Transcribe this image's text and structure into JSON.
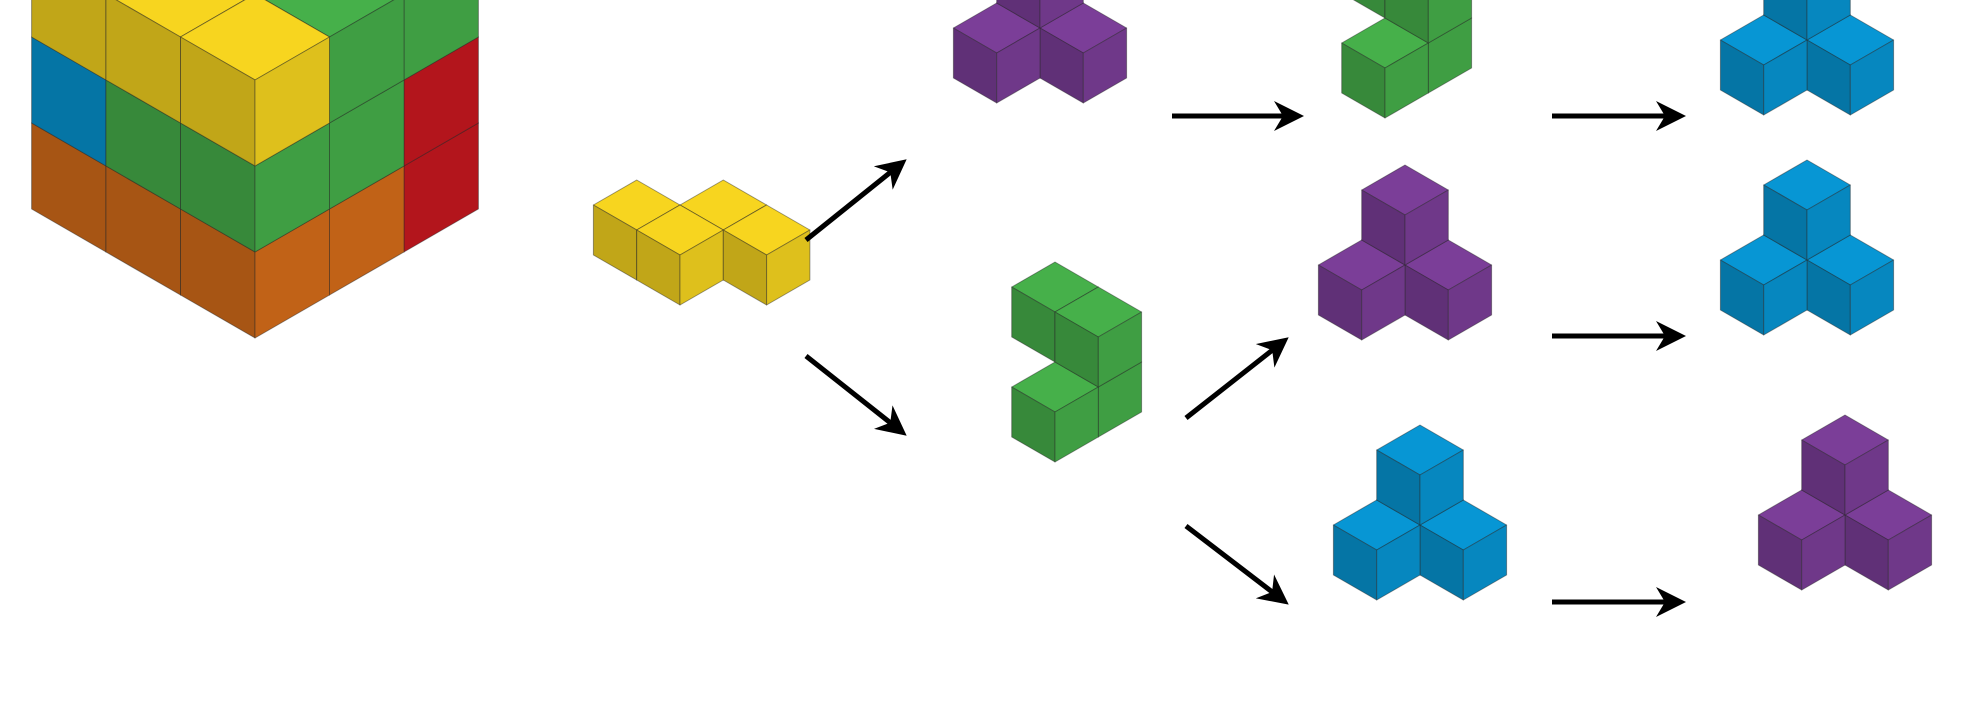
{
  "colors": {
    "yellow": "#f7d51f",
    "purple": "#7b3e98",
    "green": "#46b04a",
    "blue": "#0796d4",
    "red": "#c7171f",
    "orange": "#d66d1a",
    "arrow": "#000000",
    "edge": "#3a3a3a"
  },
  "pieces": [
    {
      "id": "assembled-cube",
      "label": "assembled-cube"
    },
    {
      "id": "yellow-piece",
      "label": "yellow-piece",
      "color": "yellow"
    },
    {
      "id": "purple-piece-top",
      "label": "purple-piece",
      "color": "purple"
    },
    {
      "id": "green-piece-top",
      "label": "green-piece",
      "color": "green"
    },
    {
      "id": "blue-piece-top",
      "label": "blue-piece",
      "color": "blue"
    },
    {
      "id": "green-piece-middle",
      "label": "green-piece",
      "color": "green"
    },
    {
      "id": "purple-piece-middle",
      "label": "purple-piece",
      "color": "purple"
    },
    {
      "id": "blue-piece-middle",
      "label": "blue-piece",
      "color": "blue"
    },
    {
      "id": "blue-piece-bottom",
      "label": "blue-piece",
      "color": "blue"
    },
    {
      "id": "purple-piece-bottom",
      "label": "purple-piece",
      "color": "purple"
    }
  ]
}
